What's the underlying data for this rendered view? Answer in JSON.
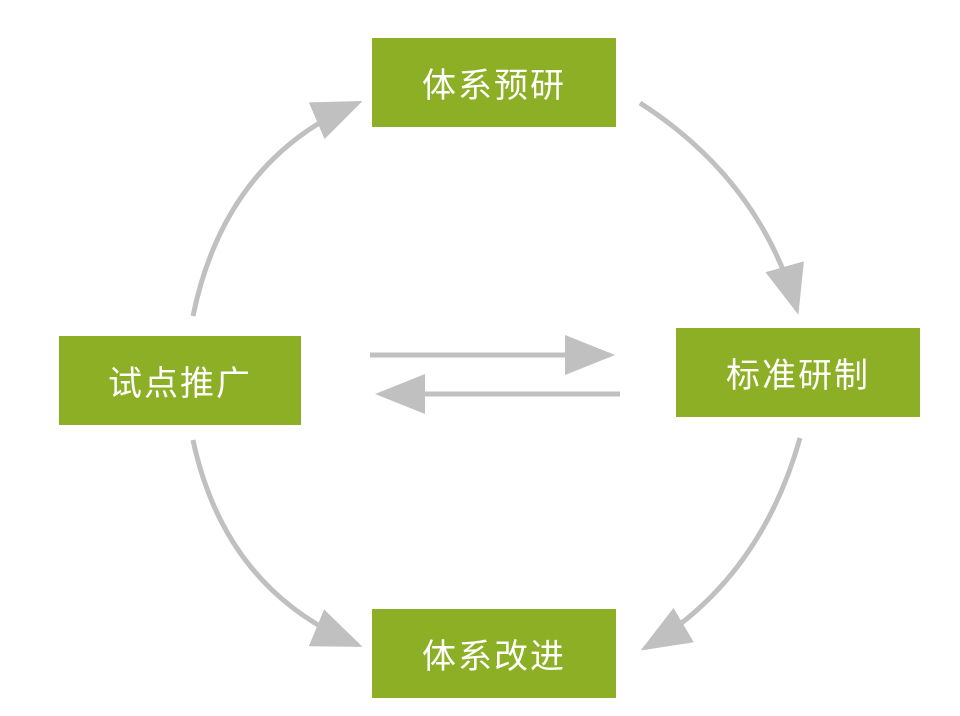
{
  "nodes": {
    "top": "体系预研",
    "right": "标准研制",
    "left": "试点推广",
    "bottom": "体系改进"
  },
  "colors": {
    "box": "#8caf26",
    "box_text": "#ffffff",
    "arrow": "#c0c0c0",
    "background": "#ffffff"
  }
}
